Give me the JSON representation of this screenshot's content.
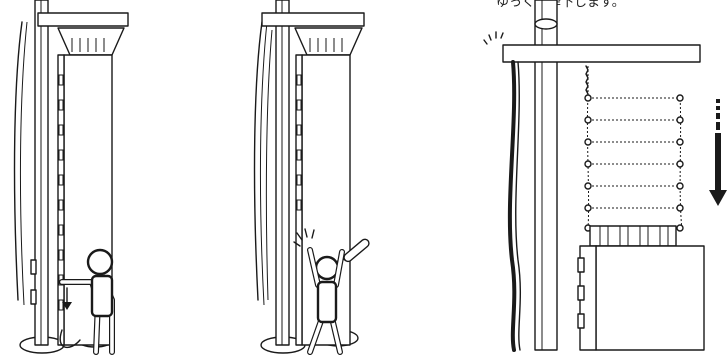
{
  "caption": "ゆっくり降下します。",
  "panels": [
    {
      "name": "step-pull-cord"
    },
    {
      "name": "step-release-clamp"
    },
    {
      "name": "step-ladder-descends"
    }
  ],
  "colors": {
    "ink": "#1a1a1a",
    "background": "#ffffff"
  },
  "icons": [
    "down-arrow-icon",
    "descend-arrow-icon",
    "vibration-marks-icon",
    "spring-clamp-icon"
  ]
}
